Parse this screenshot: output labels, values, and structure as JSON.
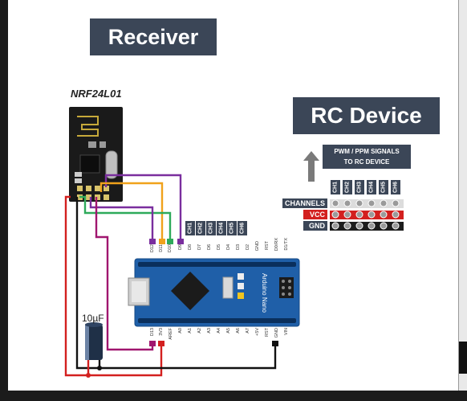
{
  "titles": {
    "receiver": "Receiver",
    "rc_device": "RC Device"
  },
  "module_label": "NRF24L01",
  "signal_box": {
    "line1": "PWM / PPM SIGNALS",
    "line2": "TO RC DEVICE"
  },
  "rows": {
    "channels": "CHANNELS",
    "vcc": "VCC",
    "gnd": "GND"
  },
  "rc_channels": [
    "CH1",
    "CH2",
    "CH3",
    "CH4",
    "CH5",
    "CH6"
  ],
  "nano_channels": [
    "CH1",
    "CH2",
    "CH3",
    "CH4",
    "CH5",
    "CH6"
  ],
  "nano_top_pins": [
    "D12",
    "D11",
    "D10",
    "D9",
    "D8",
    "D7",
    "D6",
    "D5",
    "D4",
    "D3",
    "D2",
    "GND",
    "RST",
    "D0/RX",
    "D1/TX"
  ],
  "nano_bottom_pins": [
    "D13",
    "3V3",
    "AREF",
    "A0",
    "A1",
    "A2",
    "A3",
    "A4",
    "A5",
    "A6",
    "A7",
    "+5V",
    "RST",
    "GND",
    "VIN"
  ],
  "nano_text": {
    "line1": "Arduino",
    "line2": "Nano"
  },
  "capacitor": "10µF",
  "colors": {
    "title_bg": "#3b4657",
    "board": "#1f5fa8",
    "purple": "#7a2e9e",
    "orange": "#f0a21b",
    "green": "#2eaa5a",
    "magenta": "#a0166f",
    "red": "#d3201f",
    "black": "#111111"
  }
}
